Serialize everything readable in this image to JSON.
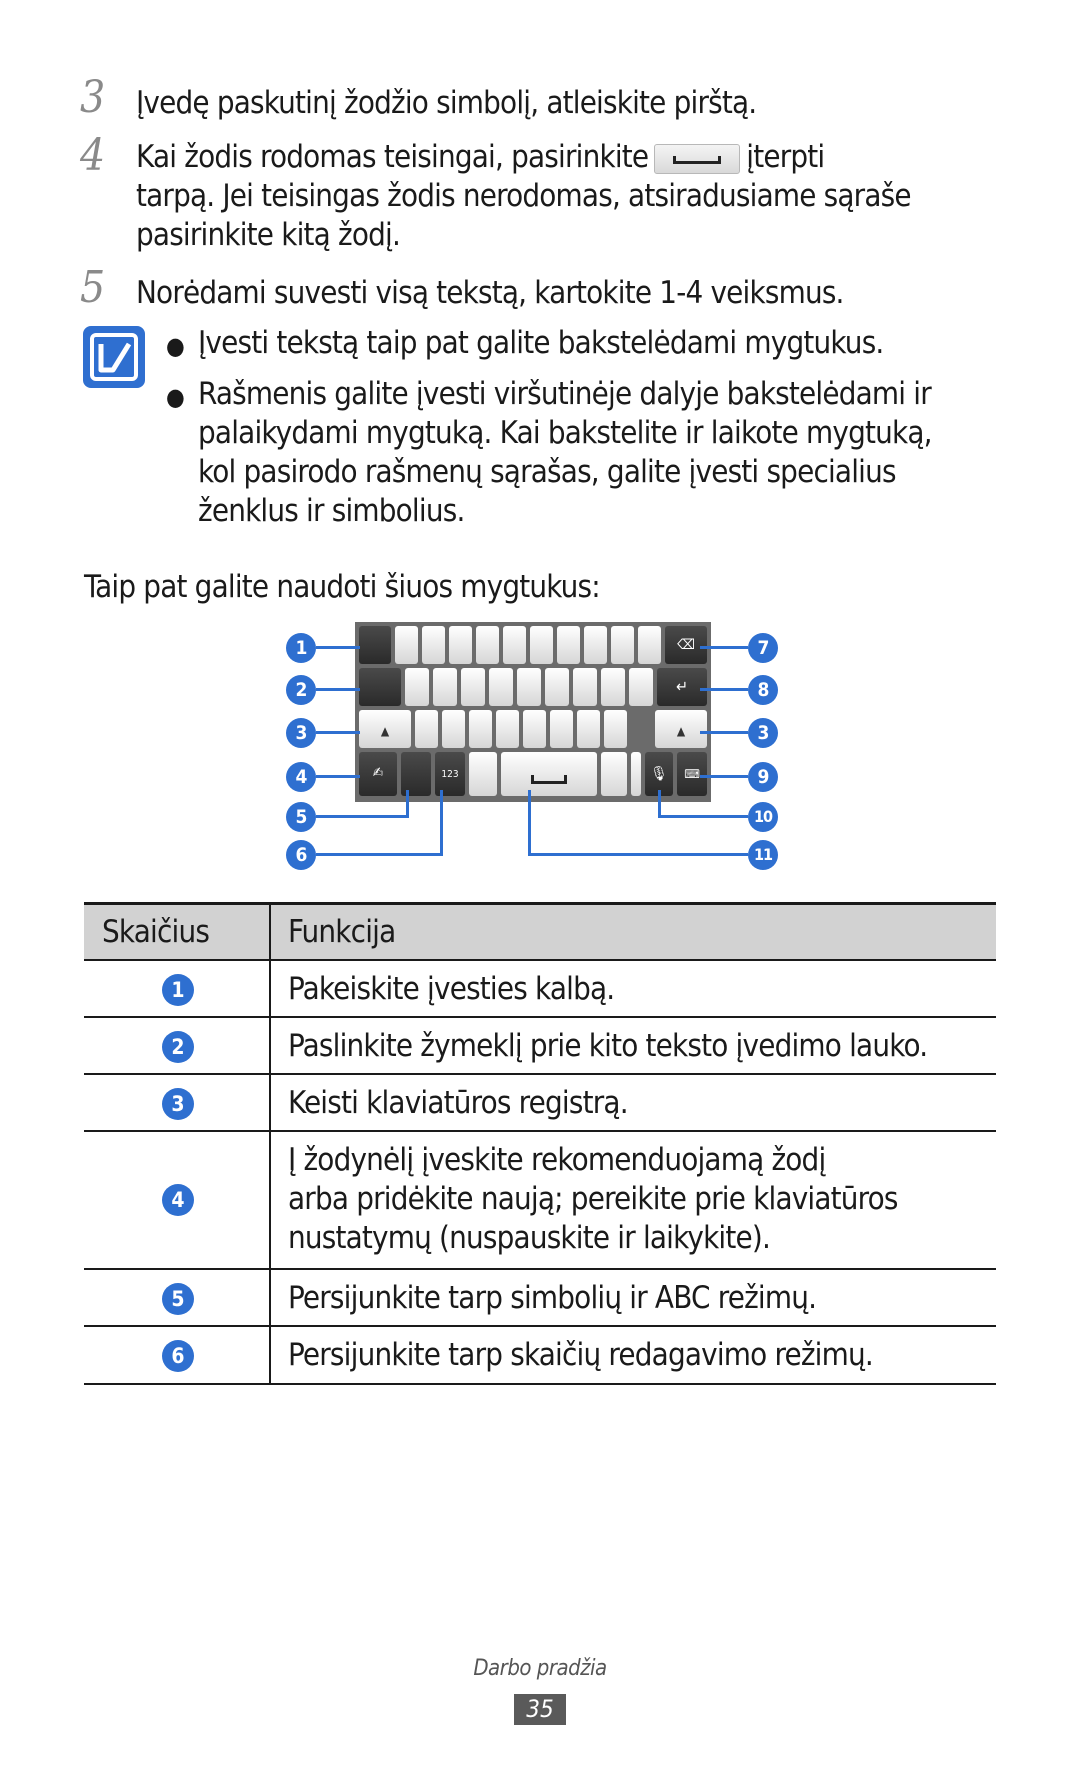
{
  "steps": [
    {
      "num": "3",
      "text": "Įvedę paskutinį žodžio simbolį, atleiskite pirštą."
    },
    {
      "num": "4",
      "text_before": "Kai žodis rodomas teisingai, pasirinkite",
      "text_after": "įterpti",
      "line2": "tarpą. Jei teisingas žodis nerodomas, atsiradusiame sąraše",
      "line3": "pasirinkite kitą žodį."
    },
    {
      "num": "5",
      "text": "Norėdami suvesti visą tekstą, kartokite 1-4 veiksmus."
    }
  ],
  "note": {
    "bullet1": "Įvesti tekstą taip pat galite bakstelėdami mygtukus.",
    "bullet2_lines": [
      "Rašmenis galite įvesti viršutinėje dalyje bakstelėdami ir",
      "palaikydami mygtuką. Kai bakstelite ir laikote mygtuką,",
      "kol pasirodo rašmenų sąrašas, galite įvesti specialius",
      "ženklus ir simbolius."
    ]
  },
  "intro": "Taip pat galite naudoti šiuos mygtukus:",
  "keyboard": {
    "key_123_label": "123",
    "callouts": [
      "1",
      "2",
      "3",
      "4",
      "5",
      "6",
      "7",
      "8",
      "3",
      "9",
      "10",
      "11"
    ]
  },
  "table": {
    "header": {
      "col1": "Skaičius",
      "col2": "Funkcija"
    },
    "rows": [
      {
        "num": "1",
        "lines": [
          "Pakeiskite įvesties kalbą."
        ]
      },
      {
        "num": "2",
        "lines": [
          "Paslinkite žymeklį prie kito teksto įvedimo lauko."
        ]
      },
      {
        "num": "3",
        "lines": [
          "Keisti klaviatūros registrą."
        ]
      },
      {
        "num": "4",
        "lines": [
          "Į žodynėlį įveskite rekomenduojamą žodį",
          "arba pridėkite naują; pereikite prie klaviatūros",
          "nustatymų (nuspauskite ir laikykite)."
        ]
      },
      {
        "num": "5",
        "lines": [
          "Persijunkite tarp simbolių ir ABC režimų."
        ]
      },
      {
        "num": "6",
        "lines": [
          "Persijunkite tarp skaičių redagavimo režimų."
        ]
      }
    ]
  },
  "footer": {
    "section": "Darbo pradžia",
    "page": "35"
  },
  "colors": {
    "accent": "#2e6fd0",
    "stepnum": "#8a8a8a",
    "header_bg": "#d2d2d2"
  }
}
